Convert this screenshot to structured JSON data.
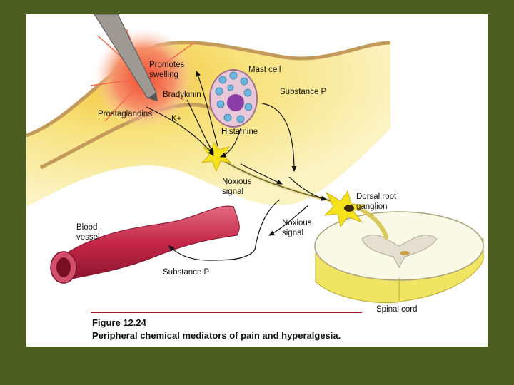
{
  "colors": {
    "background": "#4e5e23",
    "tissue": "#f7e88a",
    "tissue_glow": "#f2c93a",
    "skin_border": "#c9a25f",
    "blood_vessel": "#c8324f",
    "spinal_cord_outer": "#efe97c",
    "nerve_flash": "#f5e21a"
  },
  "labels": {
    "promotes_swelling_line1": "Promotes",
    "promotes_swelling_line2": "swelling",
    "mast_cell": "Mast cell",
    "bradykinin": "Bradykinin",
    "substance_p_top": "Substance P",
    "prostaglandins": "Prostaglandins",
    "k_plus": "K+",
    "histamine": "Histamine",
    "noxious_signal_1_line1": "Noxious",
    "noxious_signal_1_line2": "signal",
    "dorsal_root_line1": "Dorsal root",
    "dorsal_root_line2": "ganglion",
    "blood_vessel_line1": "Blood",
    "blood_vessel_line2": "vessel",
    "noxious_signal_2_line1": "Noxious",
    "noxious_signal_2_line2": "signal",
    "substance_p_bottom": "Substance P",
    "spinal_cord": "Spinal cord"
  },
  "caption": {
    "figure_number": "Figure 12.24",
    "title": "Peripheral chemical mediators of pain and hyperalgesia."
  }
}
